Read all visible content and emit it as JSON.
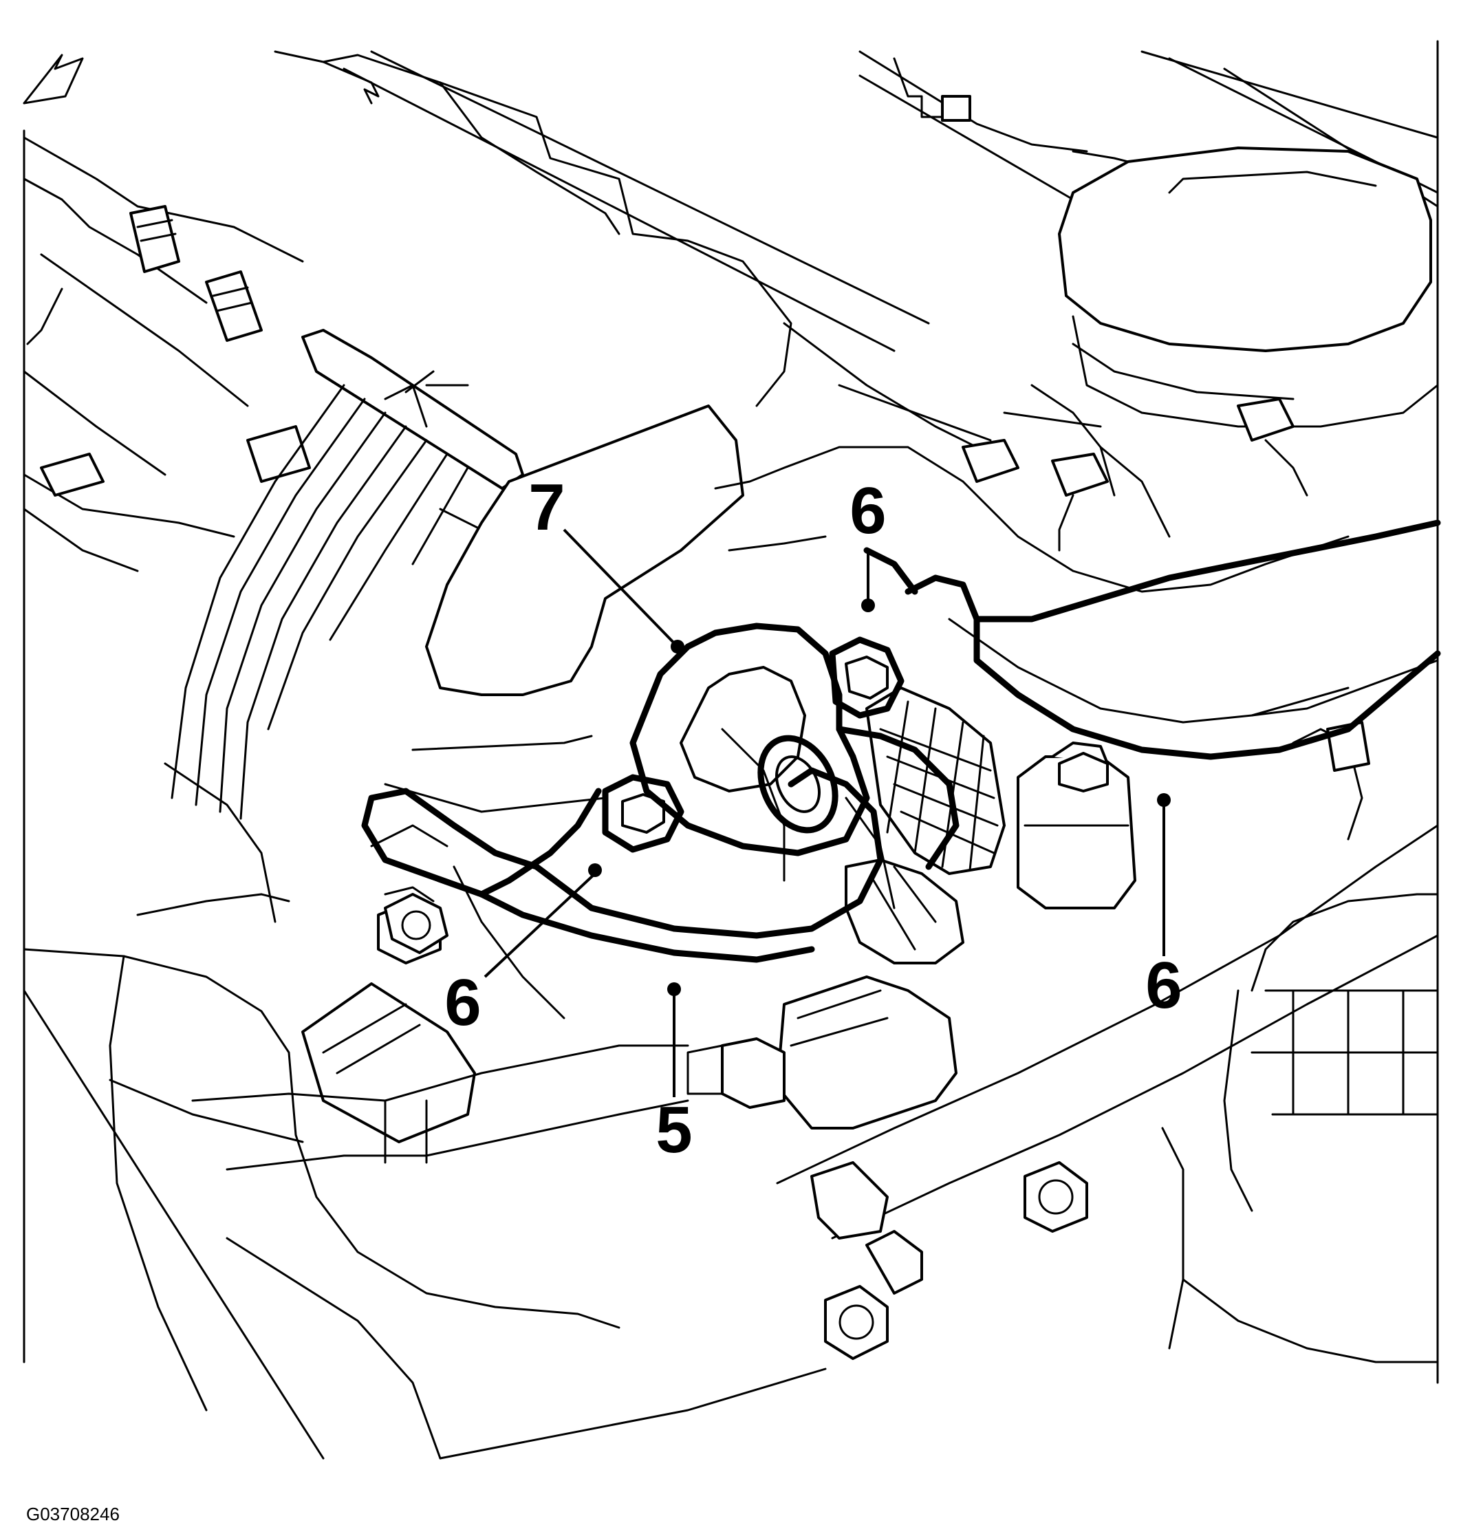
{
  "figure": {
    "id_label": "G03708246"
  },
  "callouts": [
    {
      "id": "callout-7",
      "label": "7"
    },
    {
      "id": "callout-6-top",
      "label": "6"
    },
    {
      "id": "callout-6-left",
      "label": "6"
    },
    {
      "id": "callout-6-right",
      "label": "6"
    },
    {
      "id": "callout-5",
      "label": "5"
    }
  ],
  "colors": {
    "line": "#000000",
    "background": "#ffffff"
  }
}
